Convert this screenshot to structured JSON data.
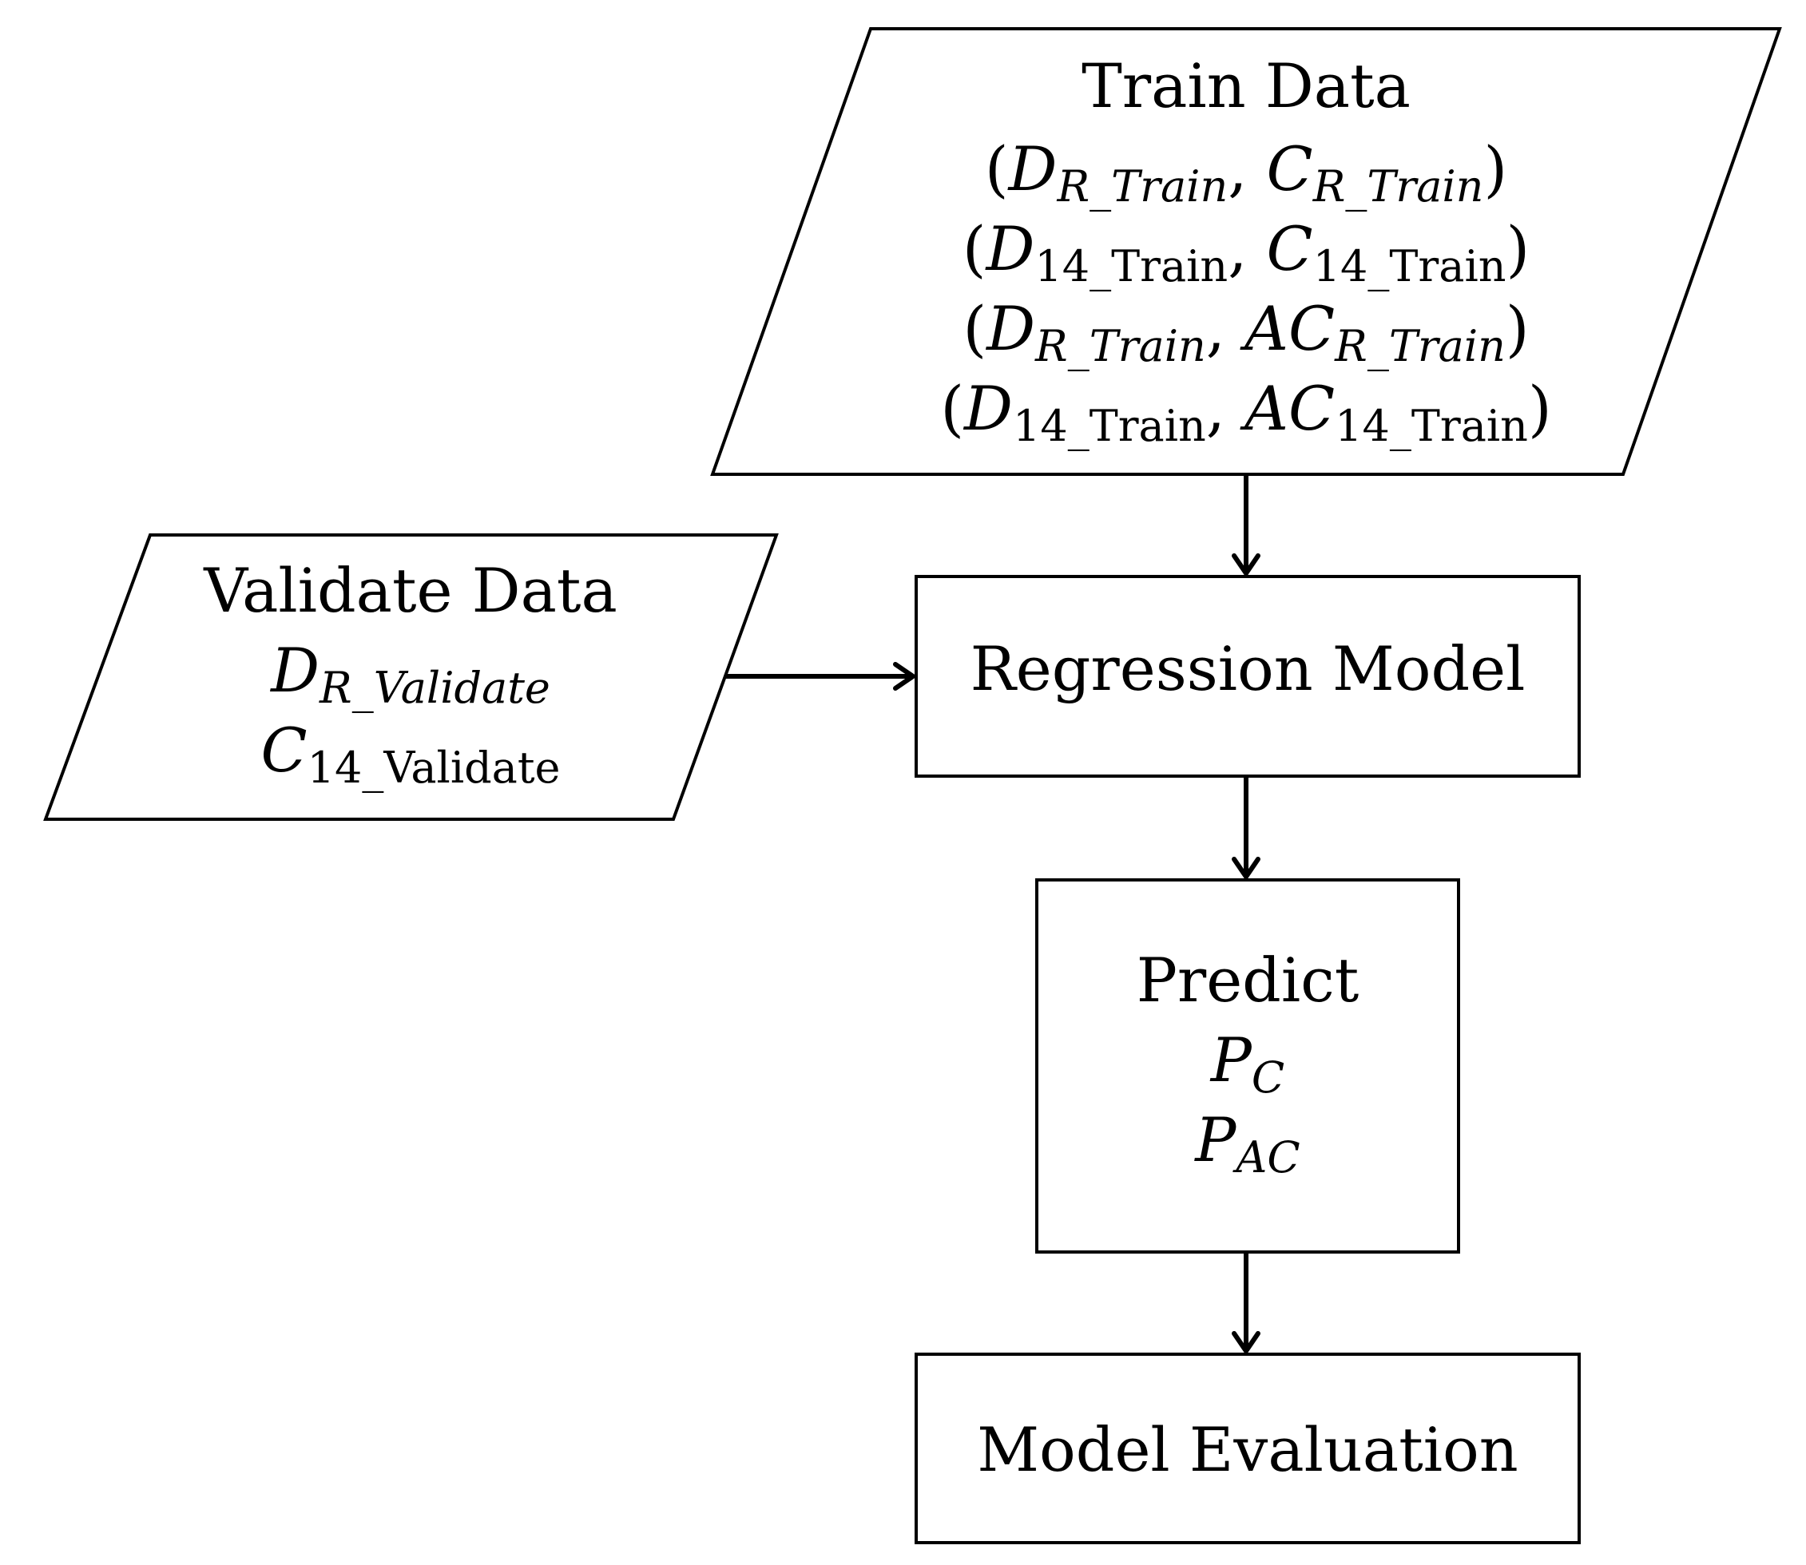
{
  "nodes": {
    "train_data": {
      "title": "Train Data",
      "lines": [
        {
          "open": "(",
          "a_base": "D",
          "a_sub": "R_Train",
          "sep": ", ",
          "b_base": "C",
          "b_sub": "R_Train",
          "close": ")"
        },
        {
          "open": "(",
          "a_base": "D",
          "a_sub": "14_Train",
          "sep": ", ",
          "b_base": "C",
          "b_sub": "14_Train",
          "close": ")"
        },
        {
          "open": "(",
          "a_base": "D",
          "a_sub": "R_Train",
          "sep": ", ",
          "b_base": "AC",
          "b_sub": "R_Train",
          "close": ")"
        },
        {
          "open": "(",
          "a_base": "D",
          "a_sub": "14_Train",
          "sep": ", ",
          "b_base": "AC",
          "b_sub": "14_Train",
          "close": ")"
        }
      ]
    },
    "validate_data": {
      "title": "Validate Data",
      "lines": [
        {
          "base": "D",
          "sub": "R_Validate"
        },
        {
          "base": "C",
          "sub": "14_Validate"
        }
      ]
    },
    "regression_model": {
      "title": "Regression Model"
    },
    "predict": {
      "title": "Predict",
      "lines": [
        {
          "base": "P",
          "sub": "C"
        },
        {
          "base": "P",
          "sub": "AC"
        }
      ]
    },
    "model_evaluation": {
      "title": "Model Evaluation"
    }
  },
  "edges": [
    {
      "from": "train_data",
      "to": "regression_model"
    },
    {
      "from": "validate_data",
      "to": "regression_model"
    },
    {
      "from": "regression_model",
      "to": "predict"
    },
    {
      "from": "predict",
      "to": "model_evaluation"
    }
  ]
}
